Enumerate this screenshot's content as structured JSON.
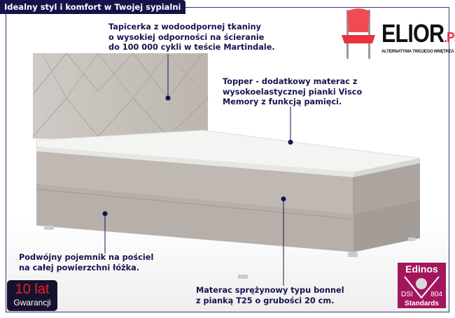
{
  "title": "Idealny styl i komfort w Twojej sypialni",
  "logo": {
    "brand": "ELIOR",
    "suffix": ".PL",
    "tagline": "ALTERNATYWA TWOJEGO WNĘTRZA"
  },
  "notes": {
    "upholstery": [
      "Tapicerka z wodoodpornej tkaniny",
      "o wysokiej odporności na ścieranie",
      "do 100 000 cykli w teście Martindale."
    ],
    "topper": [
      "Topper - dodatkowy materac z",
      "wysokoelastycznej pianki Visco",
      "Memory z funkcją pamięci."
    ],
    "storage": [
      "Podwójny pojemnik na pościel",
      "na całej powierzchni łóżka."
    ],
    "mattress": [
      "Materac sprężynowy typu bonnel",
      "z pianką T25 o grubości 20 cm."
    ]
  },
  "warranty": {
    "years": "10 lat",
    "label": "Gwarancji"
  },
  "certificate": {
    "name": "Edinos",
    "left": "DSI",
    "right": "804",
    "bottom": "Standards"
  },
  "colors": {
    "navy": "#16124a",
    "accent": "#e8323c",
    "cert": "#a3165c"
  }
}
